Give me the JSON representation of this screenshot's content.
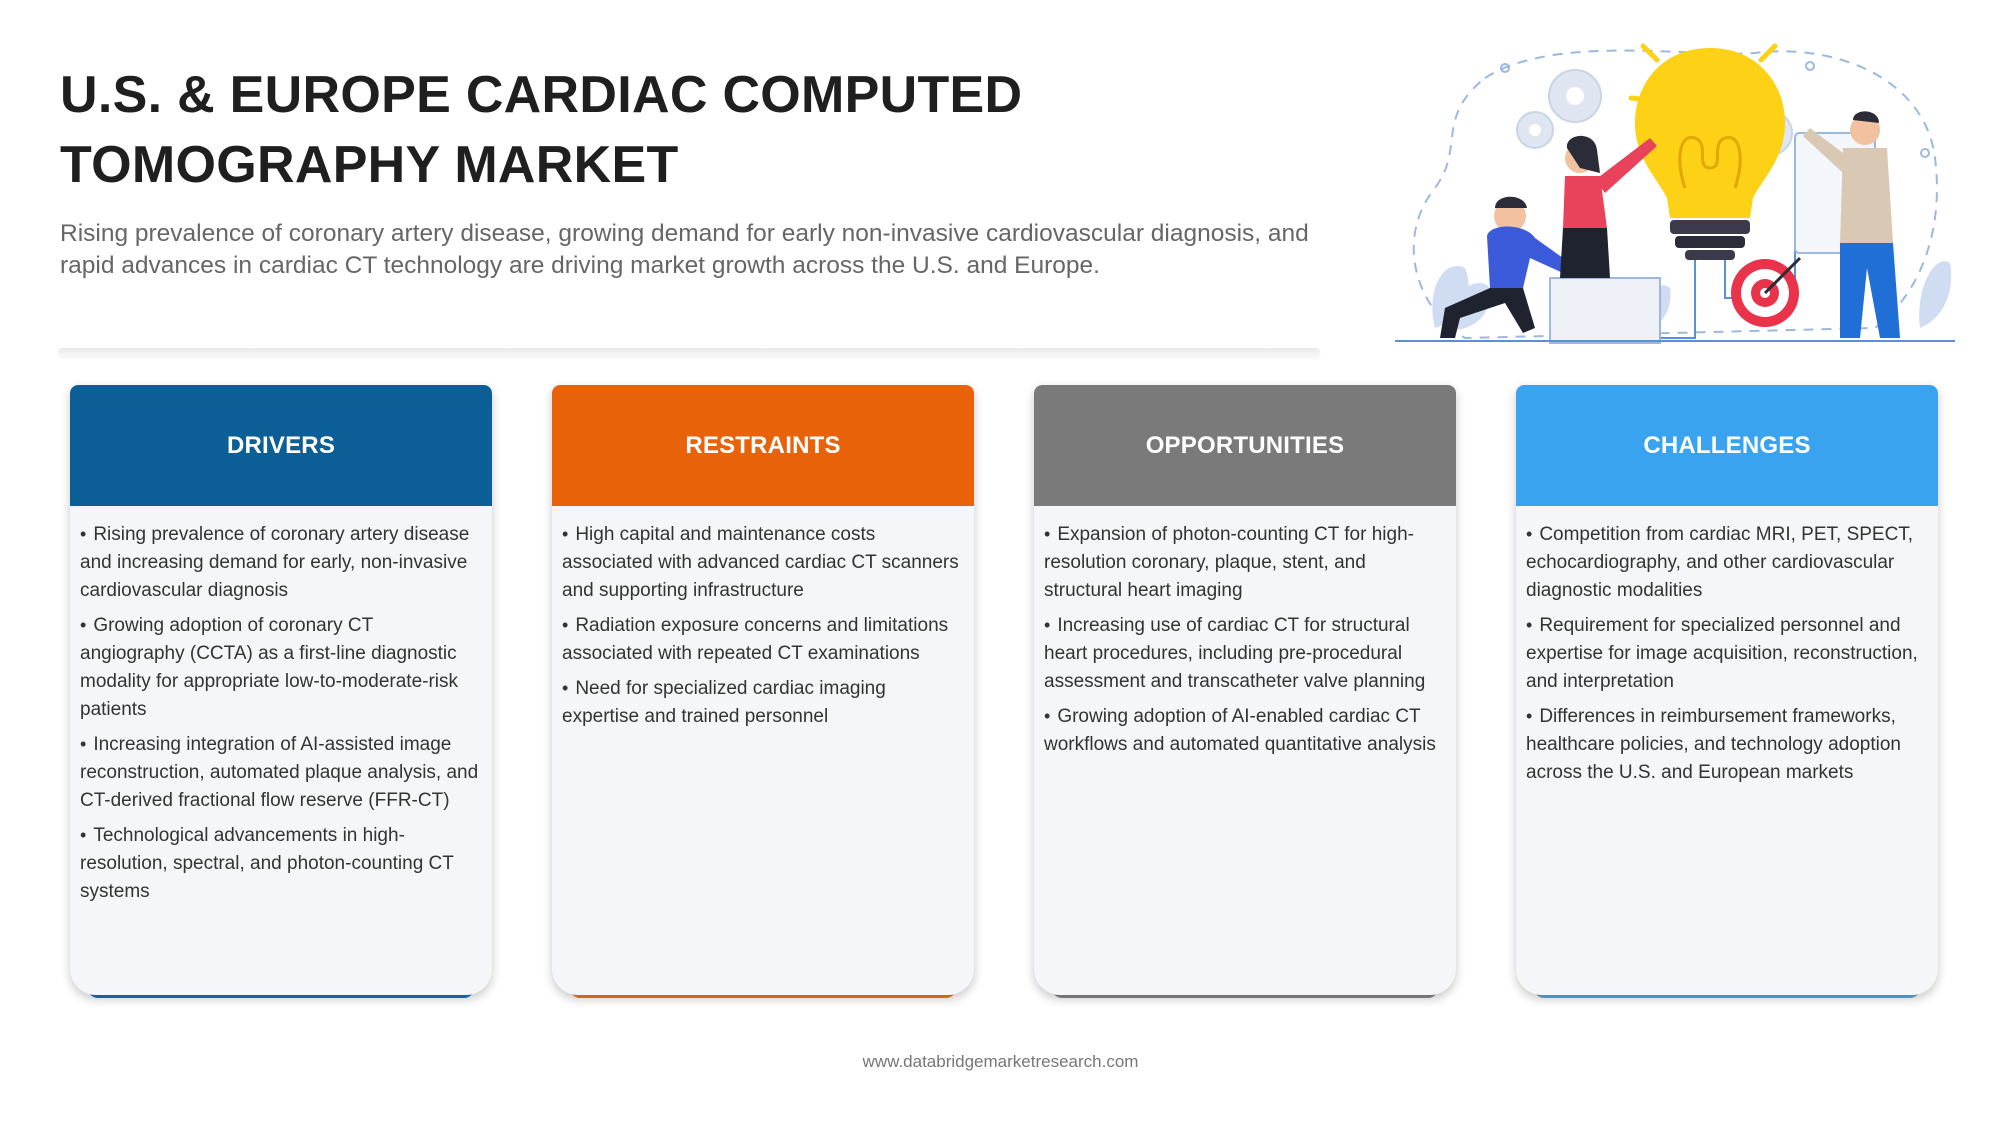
{
  "header": {
    "title_line1": "U.S. & EUROPE CARDIAC COMPUTED",
    "title_line2": "TOMOGRAPHY MARKET",
    "subtitle": "Rising prevalence of coronary artery disease, growing demand for early non-invasive cardiovascular diagnosis, and rapid advances in cardiac CT technology are driving market growth across the U.S. and Europe."
  },
  "illustration": {
    "icon": "lightbulb-teamwork-illustration",
    "colors": {
      "bulb": "#fcd116",
      "target": "#e8334a",
      "person_shirt_blue": "#3b5bdb",
      "person_shirt_pink": "#e8435a",
      "line": "#5b8fd6"
    }
  },
  "cards": {
    "drivers": {
      "title": "DRIVERS",
      "color": "#0b5e96",
      "items": [
        "Rising prevalence of coronary artery disease and increasing demand for early, non-invasive cardiovascular diagnosis",
        "Growing adoption of coronary CT angiography (CCTA) as a first-line diagnostic modality for appropriate low-to-moderate-risk patients",
        "Increasing integration of AI-assisted image reconstruction, automated plaque analysis, and CT-derived fractional flow reserve (FFR-CT)",
        "Technological advancements in high-resolution, spectral, and photon-counting CT systems"
      ]
    },
    "restraints": {
      "title": "RESTRAINTS",
      "color": "#e8620a",
      "items": [
        "High capital and maintenance costs associated with advanced cardiac CT scanners and supporting infrastructure",
        "Radiation exposure concerns and limitations associated with repeated CT examinations",
        "Need for specialized cardiac imaging expertise and trained personnel"
      ]
    },
    "opportunities": {
      "title": "OPPORTUNITIES",
      "color": "#7a7a7a",
      "items": [
        "Expansion of photon-counting CT for high-resolution coronary, plaque, stent, and structural heart imaging",
        "Increasing use of cardiac CT for structural heart procedures, including pre-procedural assessment and transcatheter valve planning",
        "Growing adoption of AI-enabled cardiac CT workflows and automated quantitative analysis"
      ]
    },
    "challenges": {
      "title": "CHALLENGES",
      "color": "#3aa3f0",
      "items": [
        "Competition from cardiac MRI, PET, SPECT, echocardiography, and other cardiovascular diagnostic modalities",
        "Requirement for specialized personnel and expertise for image acquisition, reconstruction, and interpretation",
        "Differences in reimbursement frameworks, healthcare policies, and technology adoption across the U.S. and European markets"
      ]
    }
  },
  "footer": {
    "url": "www.databridgemarketresearch.com"
  }
}
